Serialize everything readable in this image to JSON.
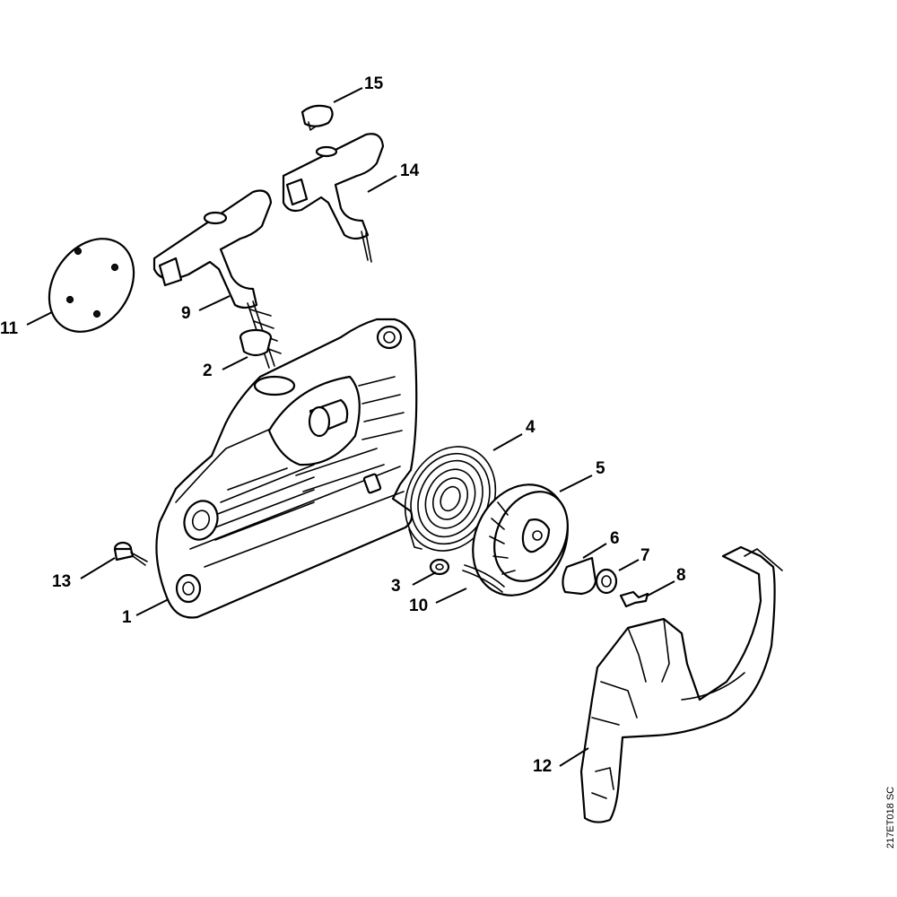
{
  "diagram": {
    "reference_code": "217ET018 SC",
    "callouts": [
      {
        "id": "1",
        "label": "1"
      },
      {
        "id": "2",
        "label": "2"
      },
      {
        "id": "3",
        "label": "3"
      },
      {
        "id": "4",
        "label": "4"
      },
      {
        "id": "5",
        "label": "5"
      },
      {
        "id": "6",
        "label": "6"
      },
      {
        "id": "7",
        "label": "7"
      },
      {
        "id": "8",
        "label": "8"
      },
      {
        "id": "9",
        "label": "9"
      },
      {
        "id": "10",
        "label": "10"
      },
      {
        "id": "11",
        "label": "11"
      },
      {
        "id": "12",
        "label": "12"
      },
      {
        "id": "13",
        "label": "13"
      },
      {
        "id": "14",
        "label": "14"
      },
      {
        "id": "15",
        "label": "15"
      }
    ],
    "colors": {
      "ink": "#000000",
      "paper": "#ffffff"
    }
  }
}
